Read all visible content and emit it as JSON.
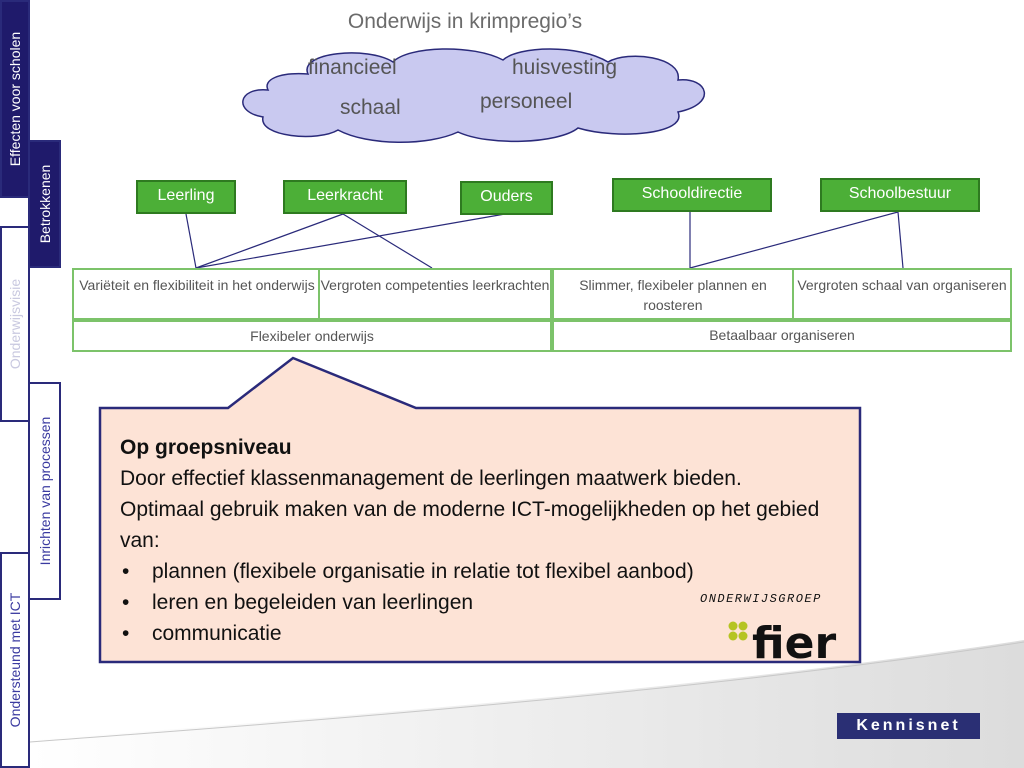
{
  "sidebar": {
    "tabs": [
      {
        "label": "Effecten voor scholen",
        "state": "dark"
      },
      {
        "label": "Betrokkenen",
        "state": "dark"
      },
      {
        "label": "Onderwijsvisie",
        "state": "faded"
      },
      {
        "label": "Inrichten van processen",
        "state": "light"
      },
      {
        "label": "Ondersteund met ICT",
        "state": "light"
      }
    ]
  },
  "slide": {
    "title": "Onderwijs in krimpregio’s",
    "cloud": {
      "words": [
        "financieel",
        "huisvesting",
        "schaal",
        "personeel"
      ]
    },
    "roles": [
      "Leerling",
      "Leerkracht",
      "Ouders",
      "Schooldirectie",
      "Schoolbestuur"
    ],
    "cells": {
      "variety": "Variëteit en flexibiliteit in het onderwijs",
      "competencies": "Vergroten competenties leerkrachten",
      "planning": "Slimmer, flexibeler plannen en roosteren",
      "scale": "Vergroten schaal van organiseren",
      "flexible": "Flexibeler onderwijs",
      "affordable": "Betaalbaar organiseren"
    },
    "callout": {
      "heading": "Op groepsniveau",
      "line1": "Door effectief klassenmanagement de leerlingen maatwerk bieden.",
      "line2": "Optimaal gebruik maken van de moderne ICT-mogelijkheden op het gebied van:",
      "bullets": [
        "plannen (flexibele organisatie in relatie tot flexibel aanbod)",
        "leren en begeleiden van leerlingen",
        "communicatie"
      ]
    },
    "logo": {
      "subtitle": "ONDERWIJSGROEP",
      "name": "fier"
    },
    "footer_brand": "Kennisnet"
  },
  "colors": {
    "tab_dark": "#1f1a6b",
    "role_green": "#4caf37",
    "cell_border": "#7cc36a",
    "callout_fill": "#fde3d6",
    "callout_border": "#2a2a7a",
    "cloud_fill": "#c9c9f0",
    "kennisnet_blue": "#2a2f74",
    "fier_clover": "#b5c423"
  },
  "icons": [
    "clover-icon"
  ]
}
